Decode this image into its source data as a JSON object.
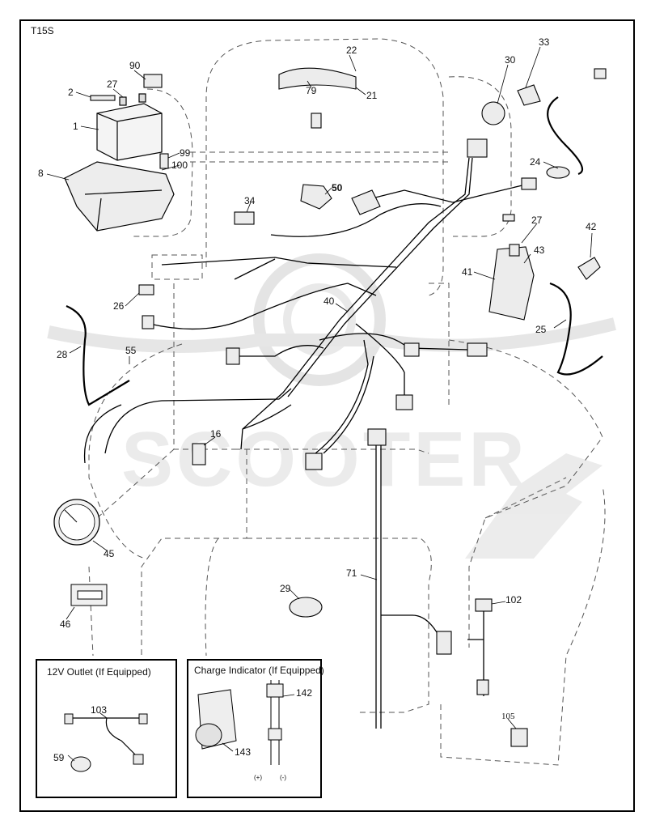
{
  "diagram_code": "T15S",
  "watermark": "SCOOTER",
  "watermark_colors": {
    "fill": "#d9d9d9",
    "stroke": "#c8c8c8"
  },
  "inset_12v": {
    "title": "12V Outlet  (If Equipped)"
  },
  "inset_charge": {
    "title": "Charge Indicator (If Equipped)",
    "plus": "(+)",
    "minus": "(-)"
  },
  "parts": {
    "p90": "90",
    "p2": "2",
    "p27a": "27",
    "p1": "1",
    "p8": "8",
    "p99": "99",
    "p100": "100",
    "p22": "22",
    "p79": "79",
    "p21": "21",
    "p30": "30",
    "p33": "33",
    "p24": "24",
    "p50": "50",
    "p34": "34",
    "p27b": "27",
    "p42": "42",
    "p43": "43",
    "p41": "41",
    "p26": "26",
    "p40": "40",
    "p25": "25",
    "p28": "28",
    "p55": "55",
    "p16": "16",
    "p45": "45",
    "p71": "71",
    "p29": "29",
    "p102": "102",
    "p46": "46",
    "p103": "103",
    "p59": "59",
    "p142": "142",
    "p143": "143",
    "p105": "105"
  }
}
